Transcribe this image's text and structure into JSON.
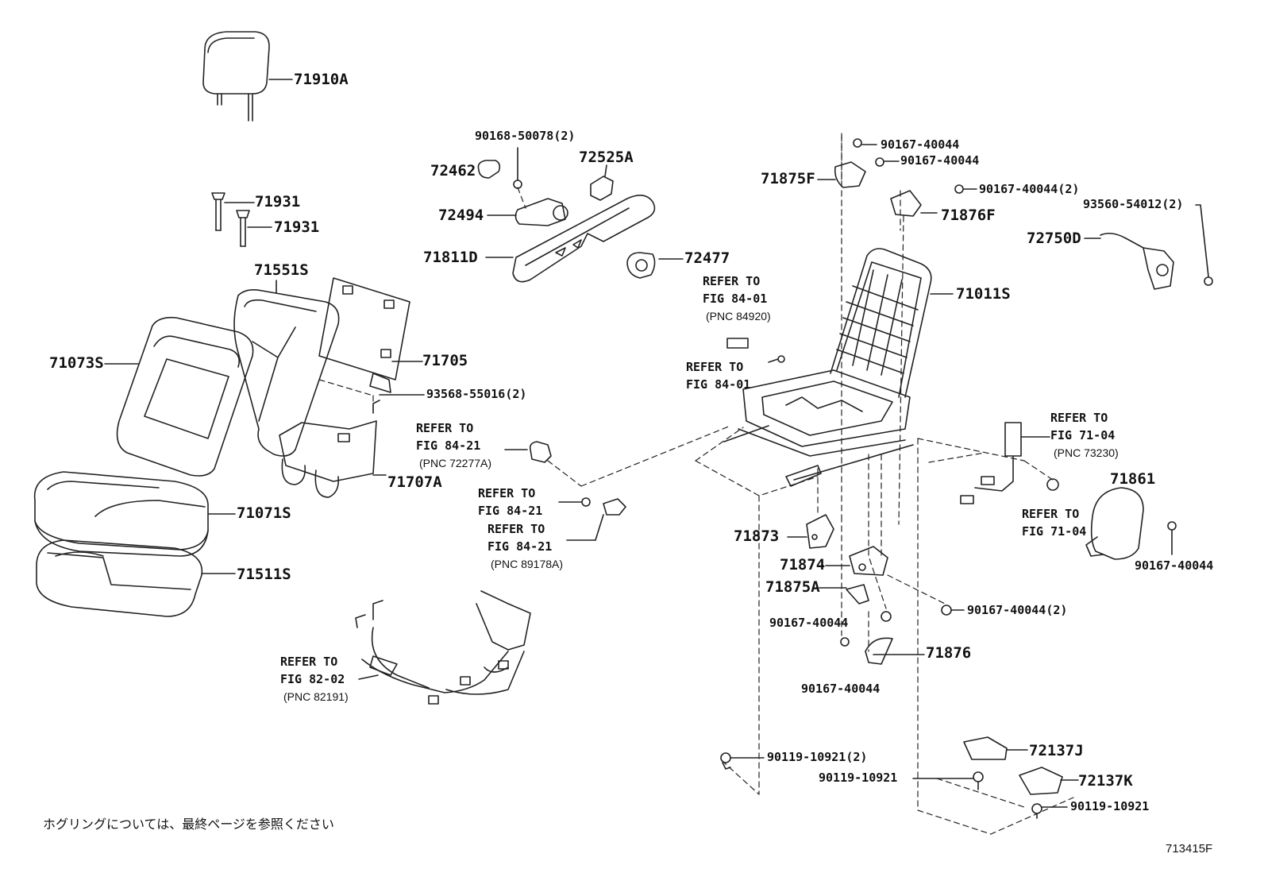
{
  "parts": {
    "p71910A": "71910A",
    "p71931a": "71931",
    "p71931b": "71931",
    "p71551S": "71551S",
    "p71073S": "71073S",
    "p71705": "71705",
    "p93568": "93568-55016(2)",
    "p71707A": "71707A",
    "p71071S": "71071S",
    "p71511S": "71511S",
    "p90168": "90168-50078(2)",
    "p72462": "72462",
    "p72525A": "72525A",
    "p72494": "72494",
    "p71811D": "71811D",
    "p72477": "72477",
    "p90167_a": "90167-40044",
    "p90167_b": "90167-40044",
    "p71875F": "71875F",
    "p90167_c": "90167-40044(2)",
    "p71876F": "71876F",
    "p93560": "93560-54012(2)",
    "p72750D": "72750D",
    "p71011S": "71011S",
    "p71861": "71861",
    "p90167_d": "90167-40044",
    "p71873": "71873",
    "p71874": "71874",
    "p71875A": "71875A",
    "p90167_e": "90167-40044(2)",
    "p90167_f": "90167-40044",
    "p71876": "71876",
    "p90167_g": "90167-40044",
    "p90119_a": "90119-10921(2)",
    "p72137J": "72137J",
    "p90119_b": "90119-10921",
    "p72137K": "72137K",
    "p90119_c": "90119-10921"
  },
  "refs": {
    "r1": {
      "l1": "REFER TO",
      "l2": "FIG 84-01",
      "pnc": "(PNC 84920)"
    },
    "r2": {
      "l1": "REFER TO",
      "l2": "FIG 84-01"
    },
    "r3": {
      "l1": "REFER TO",
      "l2": "FIG 84-21",
      "pnc": "(PNC 72277A)"
    },
    "r4": {
      "l1": "REFER TO",
      "l2": "FIG 84-21"
    },
    "r5": {
      "l1": "REFER TO",
      "l2": "FIG 84-21",
      "pnc": "(PNC 89178A)"
    },
    "r6": {
      "l1": "REFER TO",
      "l2": "FIG 71-04",
      "pnc": "(PNC 73230)"
    },
    "r7": {
      "l1": "REFER TO",
      "l2": "FIG 71-04"
    },
    "r8": {
      "l1": "REFER TO",
      "l2": "FIG 82-02",
      "pnc": "(PNC 82191)"
    }
  },
  "footer": {
    "note": "ホグリングについては、最終ページを参照ください",
    "code": "713415F"
  }
}
